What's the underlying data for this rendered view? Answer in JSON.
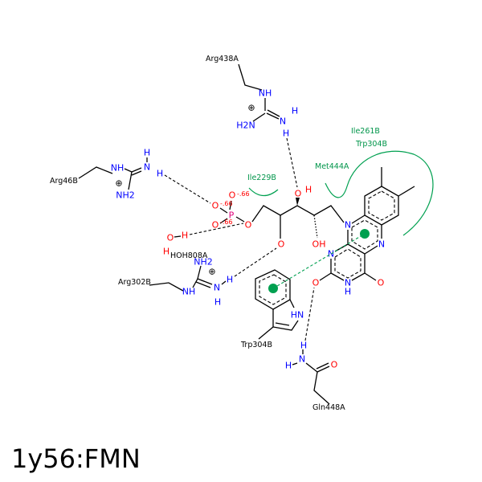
{
  "title": "1y56:FMN",
  "residues": {
    "arg438a": "Arg438A",
    "arg46b": "Arg46B",
    "arg302b": "Arg302B",
    "trp304b": "Trp304B",
    "gln448a": "Gln448A",
    "hoh808a": "HOH808A"
  },
  "hydrophobic": {
    "ile229b": "Ile229B",
    "ile261b": "Ile261B",
    "trp304b": "Trp304B",
    "met444a": "Met444A"
  },
  "atoms": {
    "N": "N",
    "NH": "NH",
    "HN": "HN",
    "NH2": "NH2",
    "H2N": "H2N",
    "H": "H",
    "O": "O",
    "OH": "OH",
    "P": "P",
    "plus": "⊕",
    "charge": "-.66"
  },
  "colors": {
    "nitrogen": "#0000ff",
    "oxygen": "#ff0000",
    "phosphorus": "#e0007a",
    "hydrophobic": "#00954a"
  }
}
